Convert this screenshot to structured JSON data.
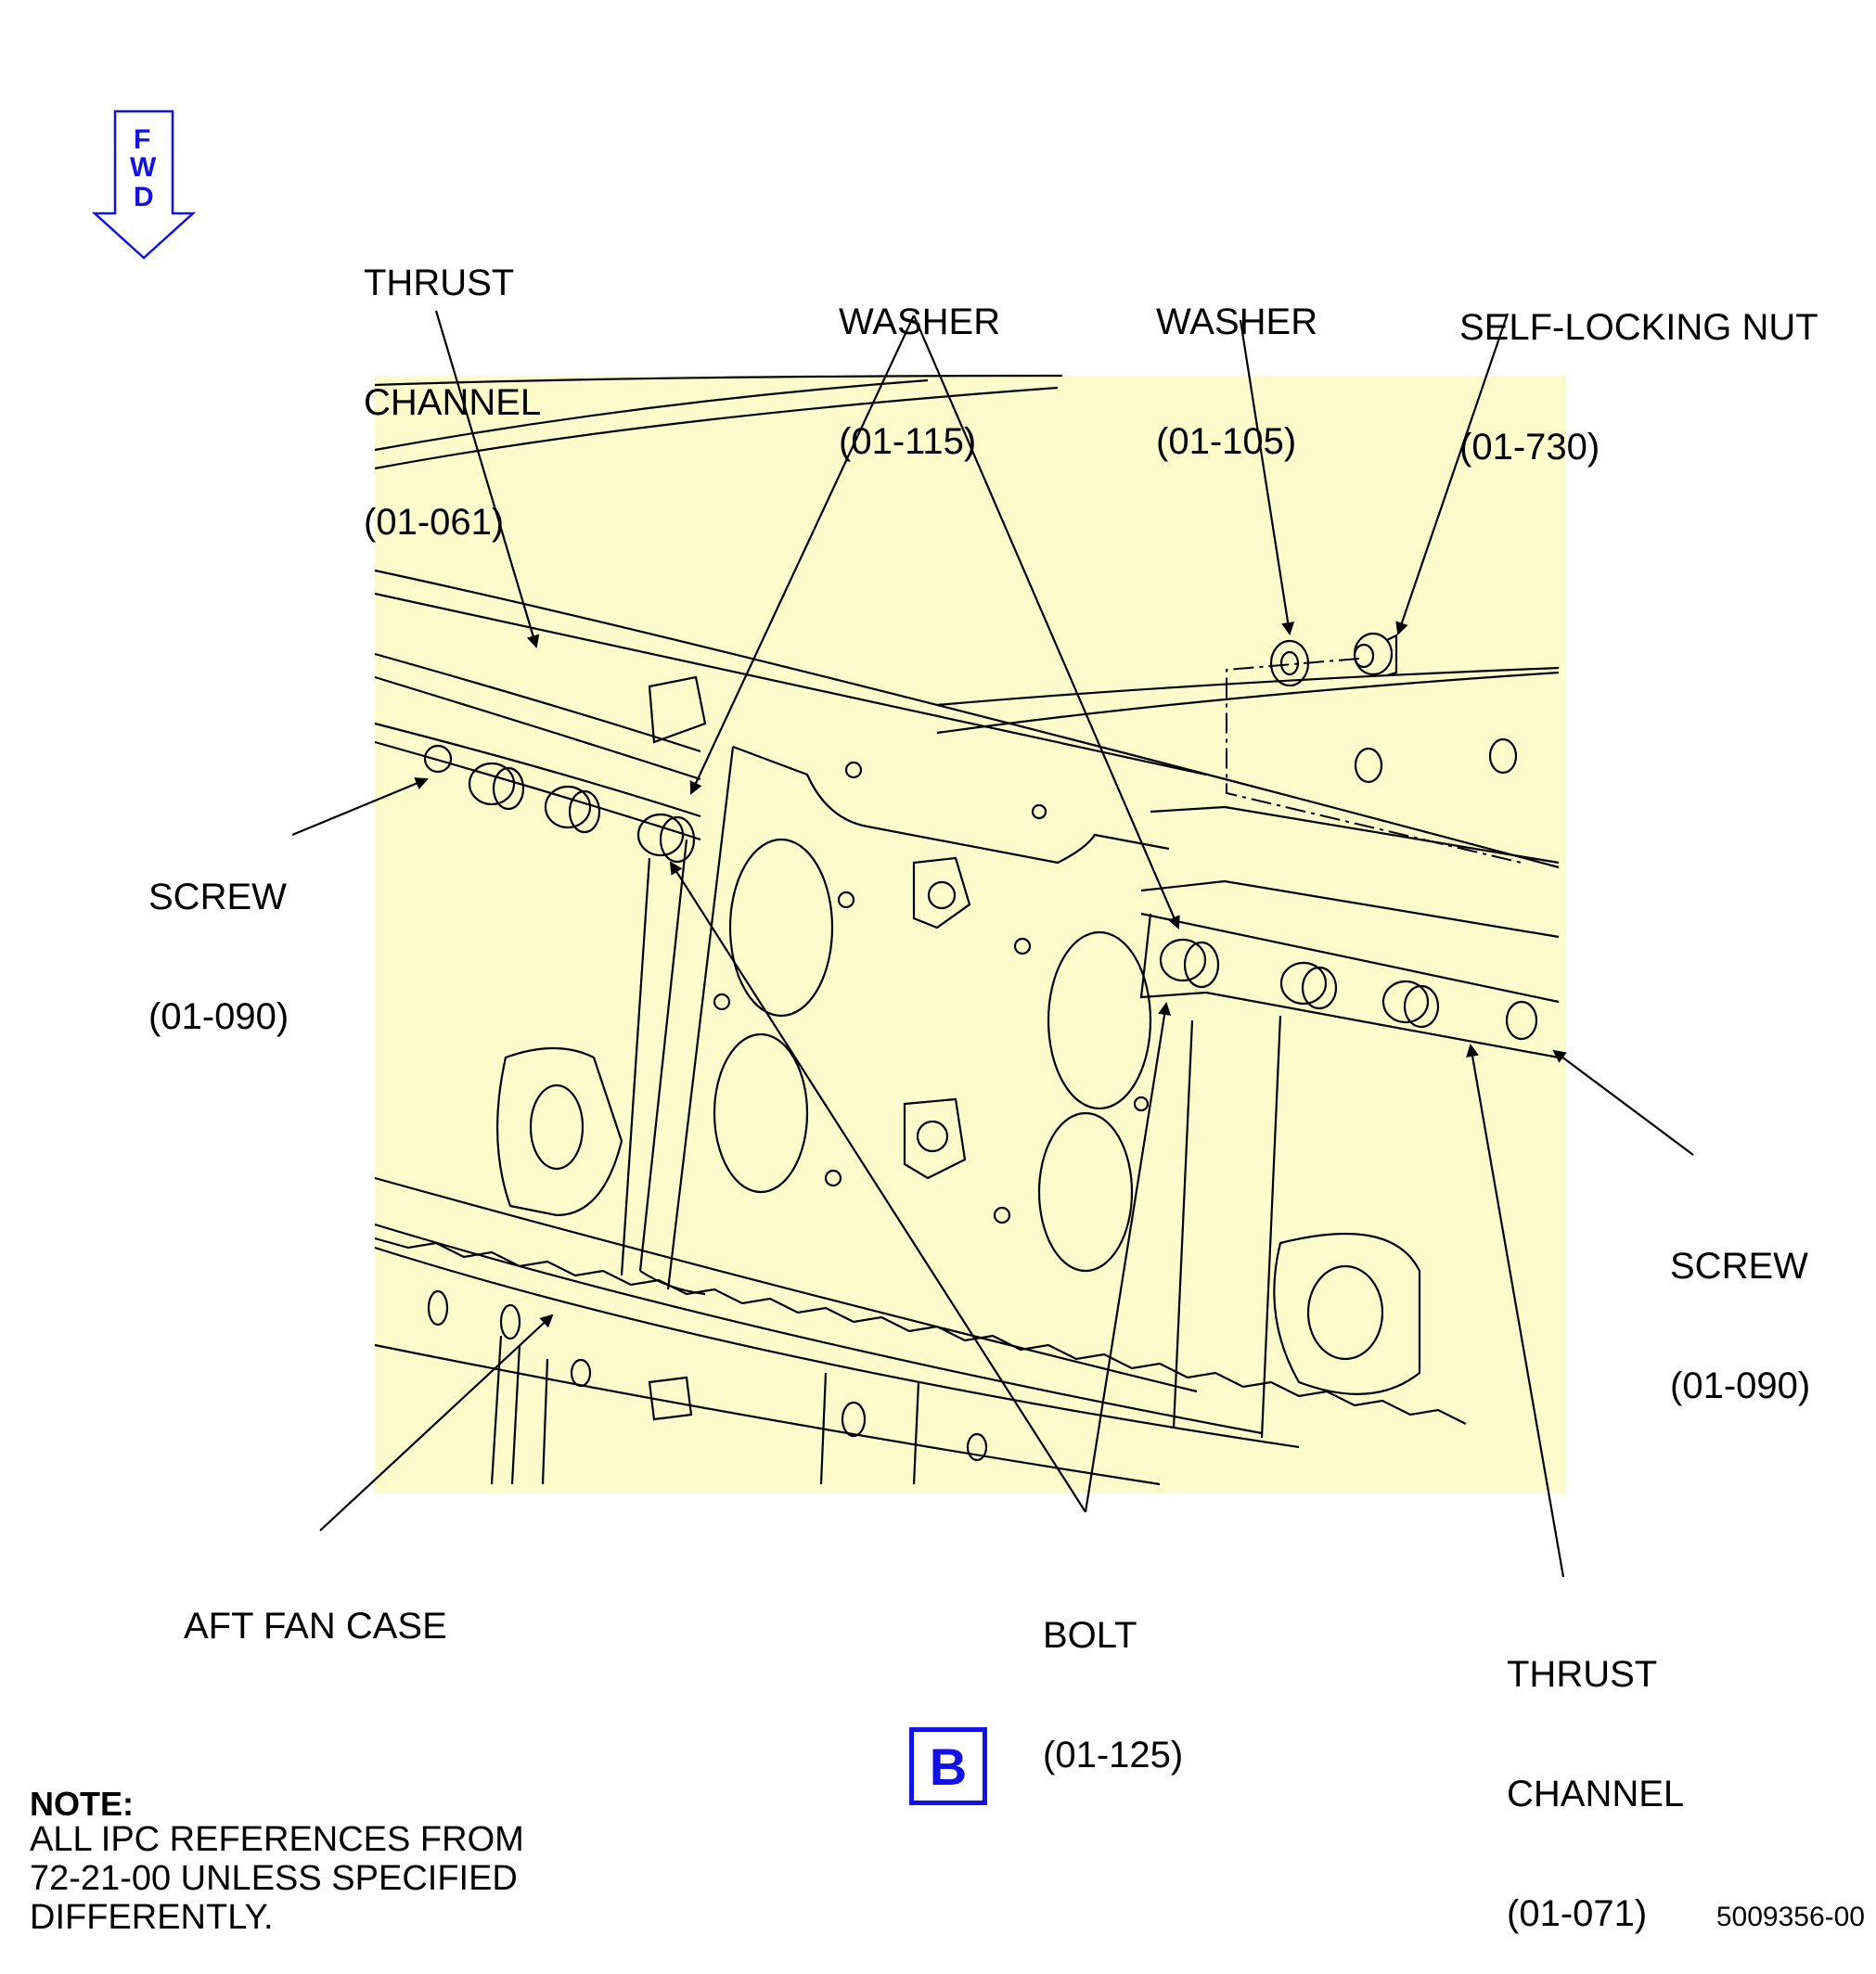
{
  "fwd_indicator": {
    "letters": [
      "F",
      "W",
      "D"
    ],
    "color": "#1212e6"
  },
  "callouts": {
    "thrust_channel_061": {
      "line1": "THRUST",
      "line2": "CHANNEL",
      "line3": "(01-061)"
    },
    "washer_115": {
      "line1": "WASHER",
      "line2": "(01-115)"
    },
    "washer_105": {
      "line1": "WASHER",
      "line2": "(01-105)"
    },
    "self_locking_nut": {
      "line1": "SELF-LOCKING NUT",
      "line2": "(01-730)"
    },
    "screw_left": {
      "line1": "SCREW",
      "line2": "(01-090)"
    },
    "screw_right": {
      "line1": "SCREW",
      "line2": "(01-090)"
    },
    "aft_fan_case": {
      "line1": "AFT FAN CASE"
    },
    "bolt_125": {
      "line1": "BOLT",
      "line2": "(01-125)"
    },
    "thrust_channel_071": {
      "line1": "THRUST",
      "line2": "CHANNEL",
      "line3": "(01-071)"
    }
  },
  "view_label": "B",
  "note": {
    "title": "NOTE:",
    "lines": [
      "ALL IPC REFERENCES FROM",
      "72-21-00 UNLESS SPECIFIED",
      "DIFFERENTLY."
    ]
  },
  "figure_number": "5009356-00",
  "colors": {
    "highlight_area": "#fdfbcc",
    "accent_blue": "#1212e6",
    "line": "#000000"
  }
}
